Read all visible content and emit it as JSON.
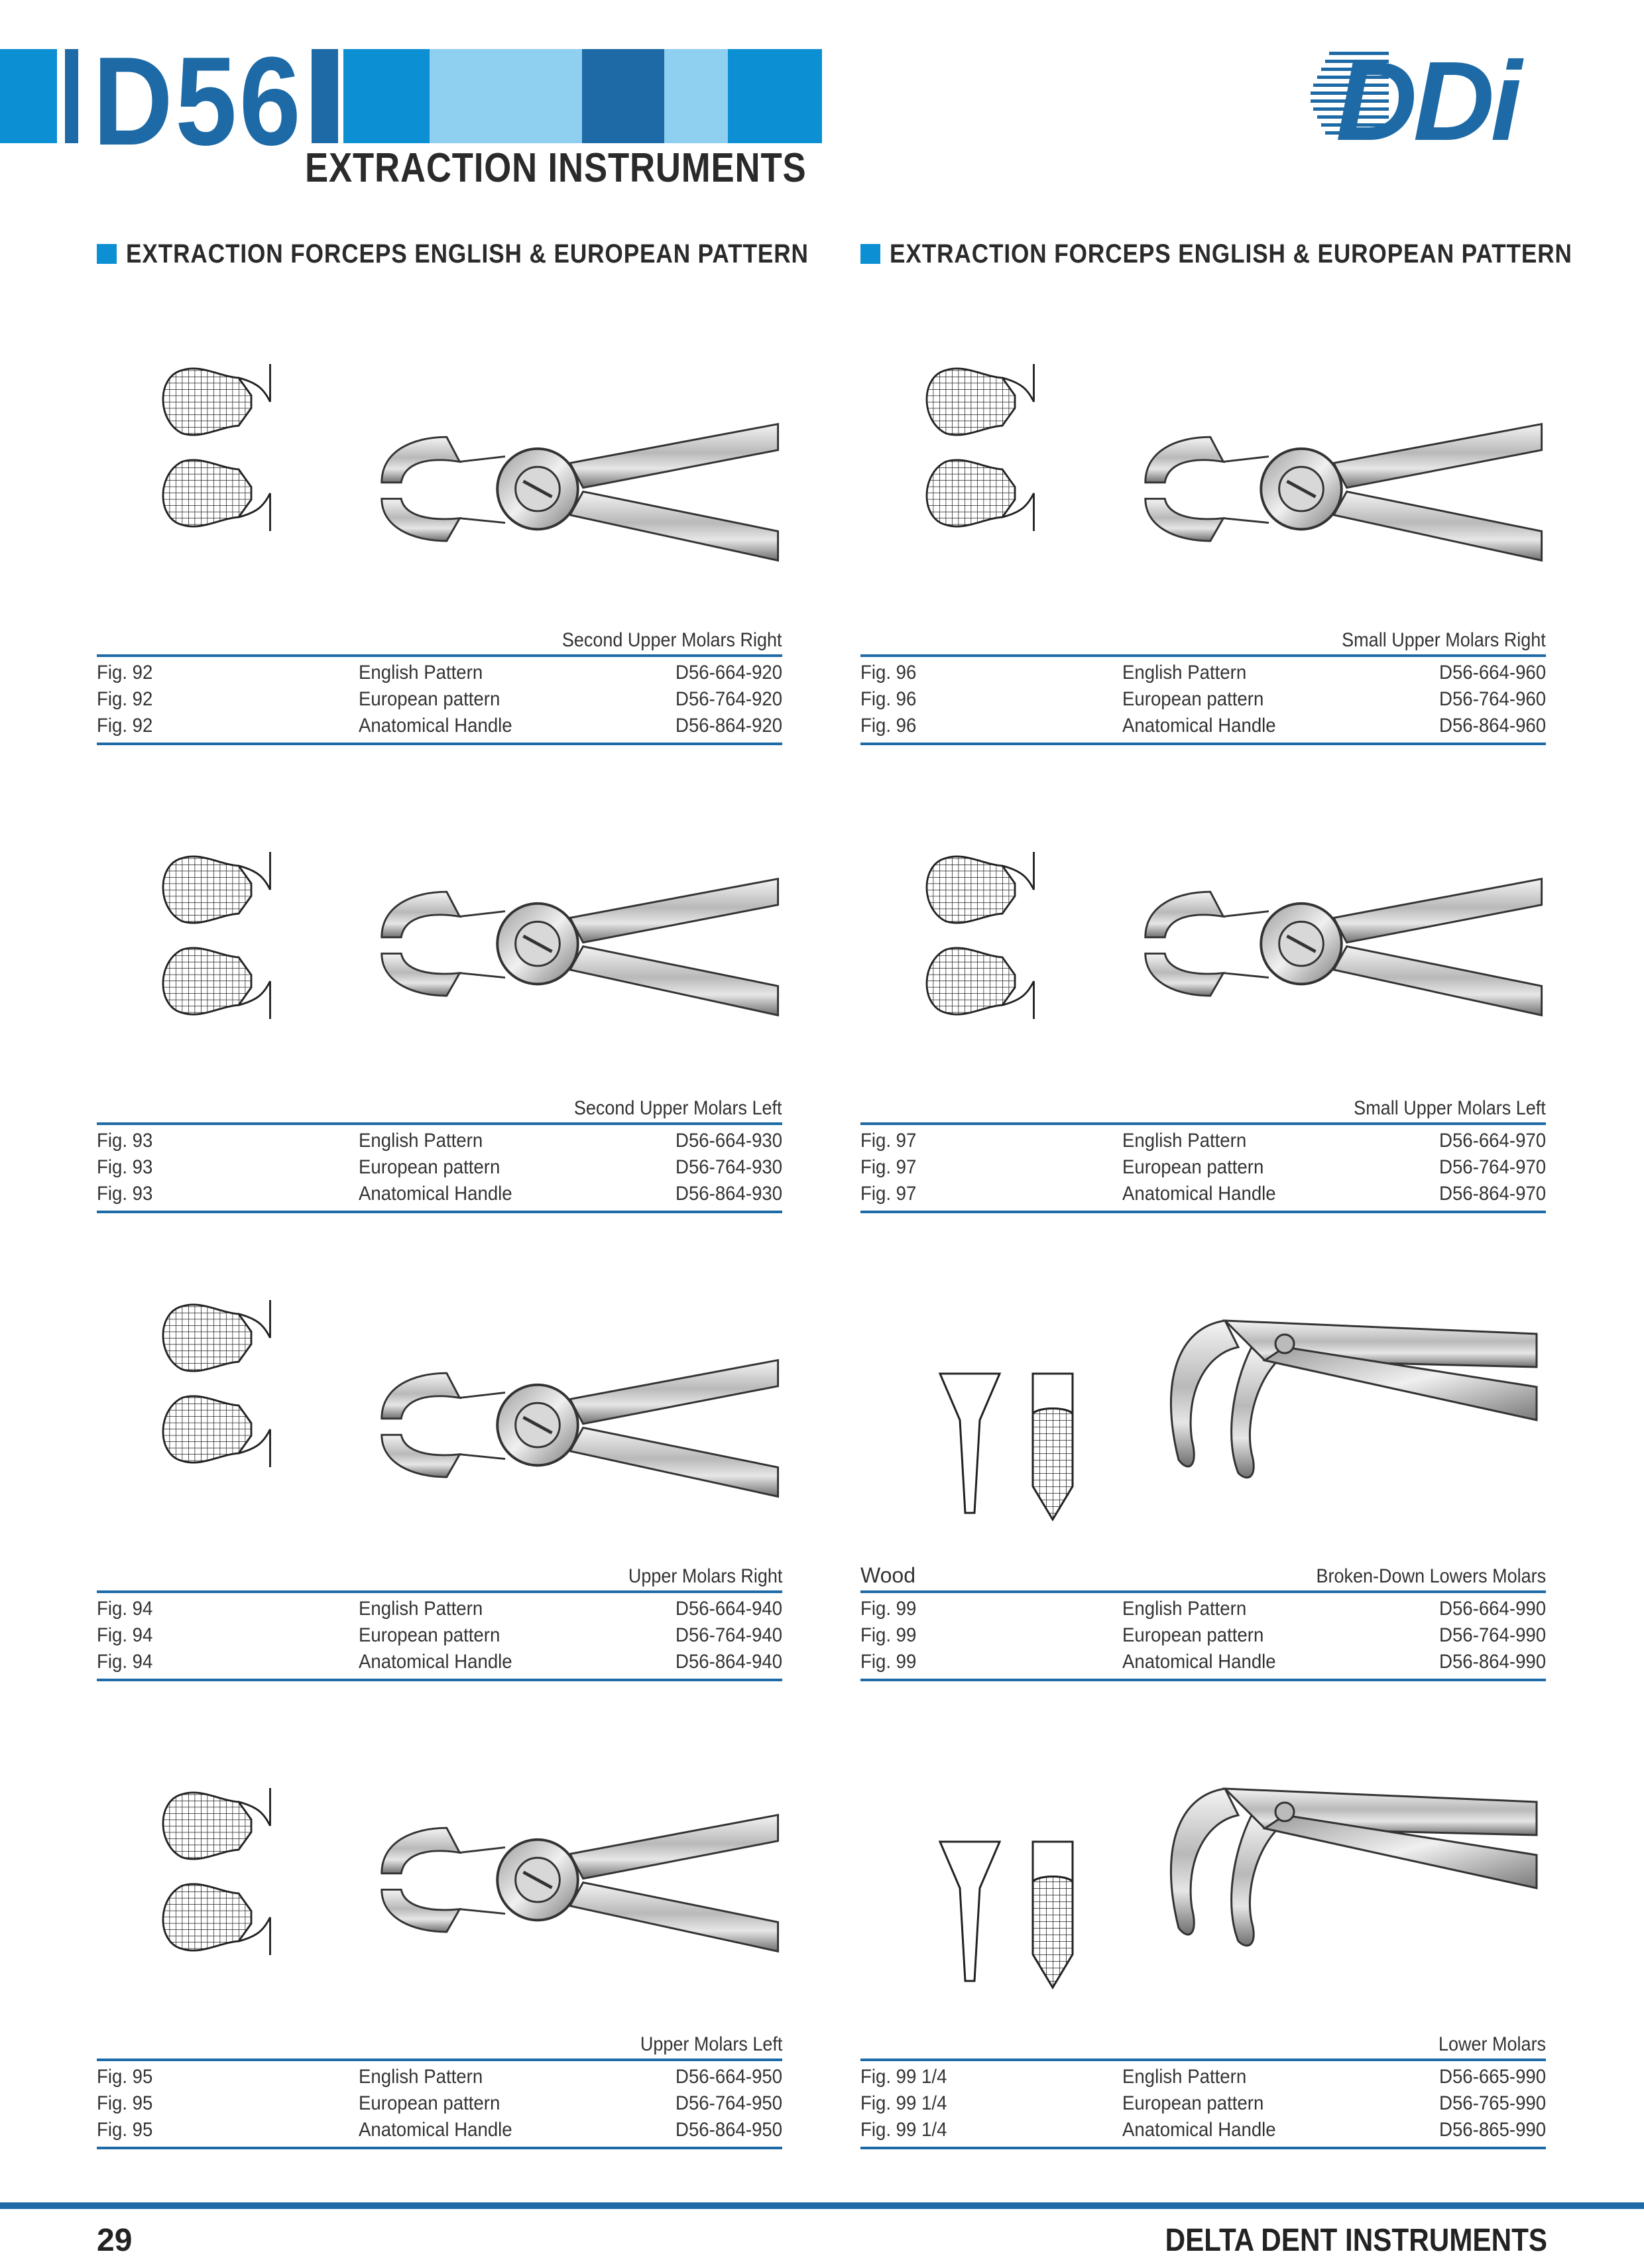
{
  "header": {
    "code": "D56",
    "subtitle": "EXTRACTION INSTRUMENTS",
    "logo_text": "DDi",
    "colors": {
      "brand_blue": "#1d6aa6",
      "accent_blue": "#0d8fd4",
      "light_blue": "#8fd0f0"
    }
  },
  "sections": [
    {
      "title": "EXTRACTION FORCEPS ENGLISH & EUROPEAN PATTERN"
    },
    {
      "title": "EXTRACTION FORCEPS ENGLISH & EUROPEAN PATTERN"
    }
  ],
  "products": [
    {
      "label": "Second Upper Molars Right",
      "extra": "",
      "icon": "forceps-upper-right",
      "rows": [
        {
          "fig": "Fig. 92",
          "pattern": "English Pattern",
          "code": "D56-664-920"
        },
        {
          "fig": "Fig. 92",
          "pattern": "European pattern",
          "code": "D56-764-920"
        },
        {
          "fig": "Fig. 92",
          "pattern": "Anatomical Handle",
          "code": "D56-864-920"
        }
      ]
    },
    {
      "label": "Small Upper Molars Right",
      "extra": "",
      "icon": "forceps-upper-right",
      "rows": [
        {
          "fig": "Fig. 96",
          "pattern": "English Pattern",
          "code": "D56-664-960"
        },
        {
          "fig": "Fig. 96",
          "pattern": "European pattern",
          "code": "D56-764-960"
        },
        {
          "fig": "Fig. 96",
          "pattern": "Anatomical Handle",
          "code": "D56-864-960"
        }
      ]
    },
    {
      "label": "Second Upper Molars Left",
      "extra": "",
      "icon": "forceps-upper-left",
      "rows": [
        {
          "fig": "Fig. 93",
          "pattern": "English Pattern",
          "code": "D56-664-930"
        },
        {
          "fig": "Fig. 93",
          "pattern": "European pattern",
          "code": "D56-764-930"
        },
        {
          "fig": "Fig. 93",
          "pattern": "Anatomical Handle",
          "code": "D56-864-930"
        }
      ]
    },
    {
      "label": "Small Upper Molars Left",
      "extra": "",
      "icon": "forceps-upper-left",
      "rows": [
        {
          "fig": "Fig. 97",
          "pattern": "English Pattern",
          "code": "D56-664-970"
        },
        {
          "fig": "Fig. 97",
          "pattern": "European pattern",
          "code": "D56-764-970"
        },
        {
          "fig": "Fig. 97",
          "pattern": "Anatomical Handle",
          "code": "D56-864-970"
        }
      ]
    },
    {
      "label": "Upper Molars Right",
      "extra": "",
      "icon": "forceps-upper-right",
      "rows": [
        {
          "fig": "Fig. 94",
          "pattern": "English Pattern",
          "code": "D56-664-940"
        },
        {
          "fig": "Fig. 94",
          "pattern": "European pattern",
          "code": "D56-764-940"
        },
        {
          "fig": "Fig. 94",
          "pattern": "Anatomical Handle",
          "code": "D56-864-940"
        }
      ]
    },
    {
      "label": "Broken-Down Lowers Molars",
      "extra": "Wood",
      "icon": "forceps-lower",
      "rows": [
        {
          "fig": "Fig. 99",
          "pattern": "English Pattern",
          "code": "D56-664-990"
        },
        {
          "fig": "Fig. 99",
          "pattern": "European pattern",
          "code": "D56-764-990"
        },
        {
          "fig": "Fig. 99",
          "pattern": "Anatomical Handle",
          "code": "D56-864-990"
        }
      ]
    },
    {
      "label": "Upper Molars Left",
      "extra": "",
      "icon": "forceps-upper-left",
      "rows": [
        {
          "fig": "Fig. 95",
          "pattern": "English Pattern",
          "code": "D56-664-950"
        },
        {
          "fig": "Fig. 95",
          "pattern": "European pattern",
          "code": "D56-764-950"
        },
        {
          "fig": "Fig. 95",
          "pattern": "Anatomical Handle",
          "code": "D56-864-950"
        }
      ]
    },
    {
      "label": "Lower Molars",
      "extra": "",
      "icon": "forceps-lower",
      "rows": [
        {
          "fig": "Fig. 99 1/4",
          "pattern": "English Pattern",
          "code": "D56-665-990"
        },
        {
          "fig": "Fig. 99 1/4",
          "pattern": "European pattern",
          "code": "D56-765-990"
        },
        {
          "fig": "Fig. 99 1/4",
          "pattern": "Anatomical Handle",
          "code": "D56-865-990"
        }
      ]
    }
  ],
  "footer": {
    "page_number": "29",
    "brand": "DELTA DENT INSTRUMENTS"
  }
}
